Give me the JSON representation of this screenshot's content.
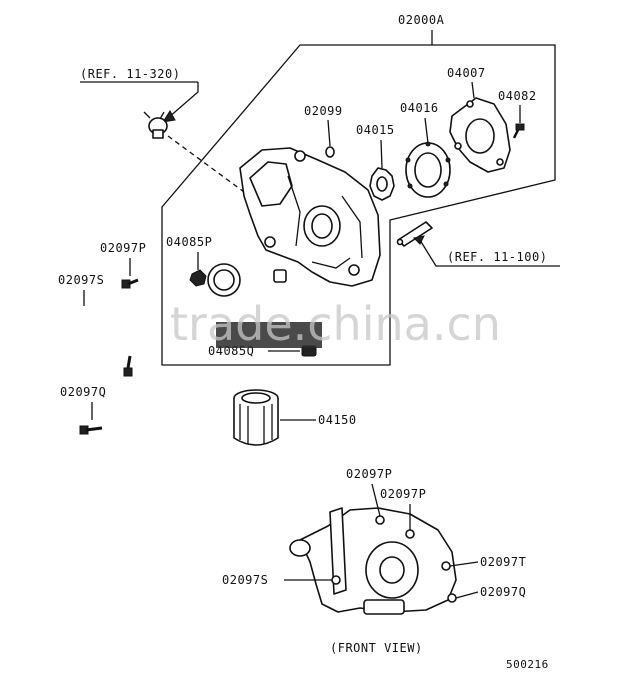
{
  "labels": {
    "assembly": "02000A",
    "ref_top": "(REF. 11-320)",
    "ref_right": "(REF. 11-100)",
    "p02099": "02099",
    "p04015": "04015",
    "p04016": "04016",
    "p04007": "04007",
    "p04082": "04082",
    "p04085p": "04085P",
    "p04085q": "04085Q",
    "p02097p_left": "02097P",
    "p02097s_left": "02097S",
    "p02097q_left": "02097Q",
    "p04150": "04150",
    "fv_02097p_a": "02097P",
    "fv_02097p_b": "02097P",
    "fv_02097t": "02097T",
    "fv_02097s": "02097S",
    "fv_02097q": "02097Q",
    "front_view": "(FRONT VIEW)",
    "figure_id": "500216"
  },
  "watermark": "trade.china.cn",
  "icons": [
    "oil-pressure-switch-icon",
    "oil-pump-body-icon",
    "inner-rotor-icon",
    "outer-rotor-icon",
    "pump-cover-icon",
    "oil-filter-icon",
    "bolt-icon",
    "oil-seal-icon",
    "plug-icon",
    "gasket-icon"
  ]
}
